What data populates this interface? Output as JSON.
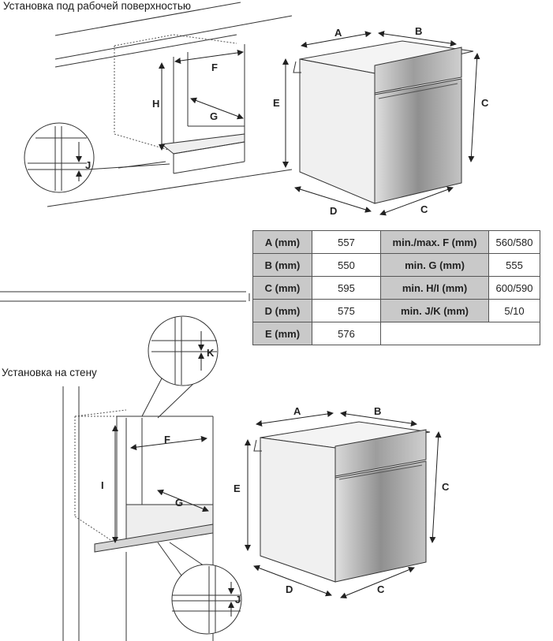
{
  "headings": {
    "top": "Установка под рабочей поверхностью",
    "bottom": "Установка на стену"
  },
  "labels": {
    "A": "A",
    "B": "B",
    "C": "C",
    "D": "D",
    "E": "E",
    "F": "F",
    "G": "G",
    "H": "H",
    "I": "I",
    "J": "J",
    "K": "K"
  },
  "table": {
    "rows": [
      {
        "left_label": "A (mm)",
        "left_value": "557",
        "right_label": "min./max. F (mm)",
        "right_value": "560/580"
      },
      {
        "left_label": "B (mm)",
        "left_value": "550",
        "right_label": "min. G (mm)",
        "right_value": "555"
      },
      {
        "left_label": "C (mm)",
        "left_value": "595",
        "right_label": "min. H/I (mm)",
        "right_value": "600/590"
      },
      {
        "left_label": "D (mm)",
        "left_value": "575",
        "right_label": "min. J/K (mm)",
        "right_value": "5/10"
      },
      {
        "left_label": "E (mm)",
        "left_value": "576",
        "right_label": "",
        "right_value": ""
      }
    ]
  }
}
